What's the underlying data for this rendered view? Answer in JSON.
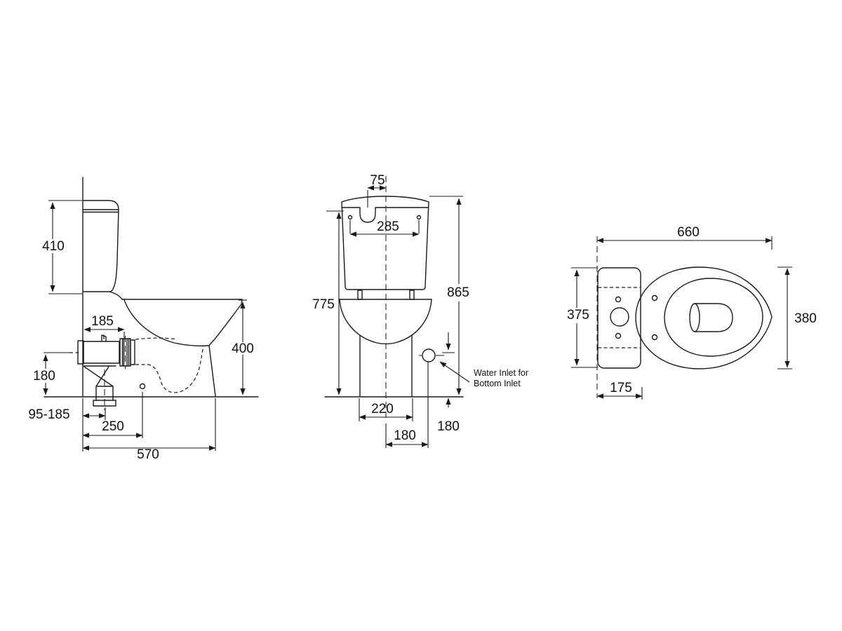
{
  "labels": {
    "side_cistern_height": "410",
    "side_outlet_setout": "185",
    "side_outlet_height": "180",
    "side_adjust_range": "95-185",
    "side_fixing_setout": "250",
    "side_overall_depth": "570",
    "side_pan_height": "400",
    "front_lid_notch": "75",
    "front_hole_centres": "285",
    "front_cistern_lid_height": "775",
    "front_overall_height": "865",
    "front_base_width": "220",
    "front_inlet_setout": "180",
    "front_inlet_height": "180",
    "top_overall_length": "660",
    "top_cistern_width": "375",
    "top_pan_width": "380",
    "top_cistern_depth": "175"
  },
  "note": {
    "line1": "Water Inlet for",
    "line2": "Bottom Inlet"
  },
  "colors": {
    "line": "#1a1a1a",
    "background": "#ffffff"
  }
}
